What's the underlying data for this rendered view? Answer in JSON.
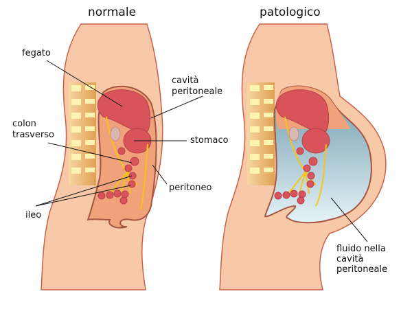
{
  "titles": {
    "normal": "normale",
    "pathological": "patologico"
  },
  "labels": {
    "liver": "fegato",
    "cavity_1": "cavità",
    "cavity_2": "peritoneale",
    "colon_1": "colon",
    "colon_2": "trasverso",
    "stomach": "stomaco",
    "peritoneum": "peritoneo",
    "ileum": "ileo",
    "fluid_1": "fluido nella",
    "fluid_2": "cavità",
    "fluid_3": "peritoneale"
  },
  "colors": {
    "skin": "#f8c9a8",
    "outline": "#c8604a",
    "organ": "#d9535a",
    "fluid": "#6f98ab",
    "nerve": "#f5c518"
  }
}
